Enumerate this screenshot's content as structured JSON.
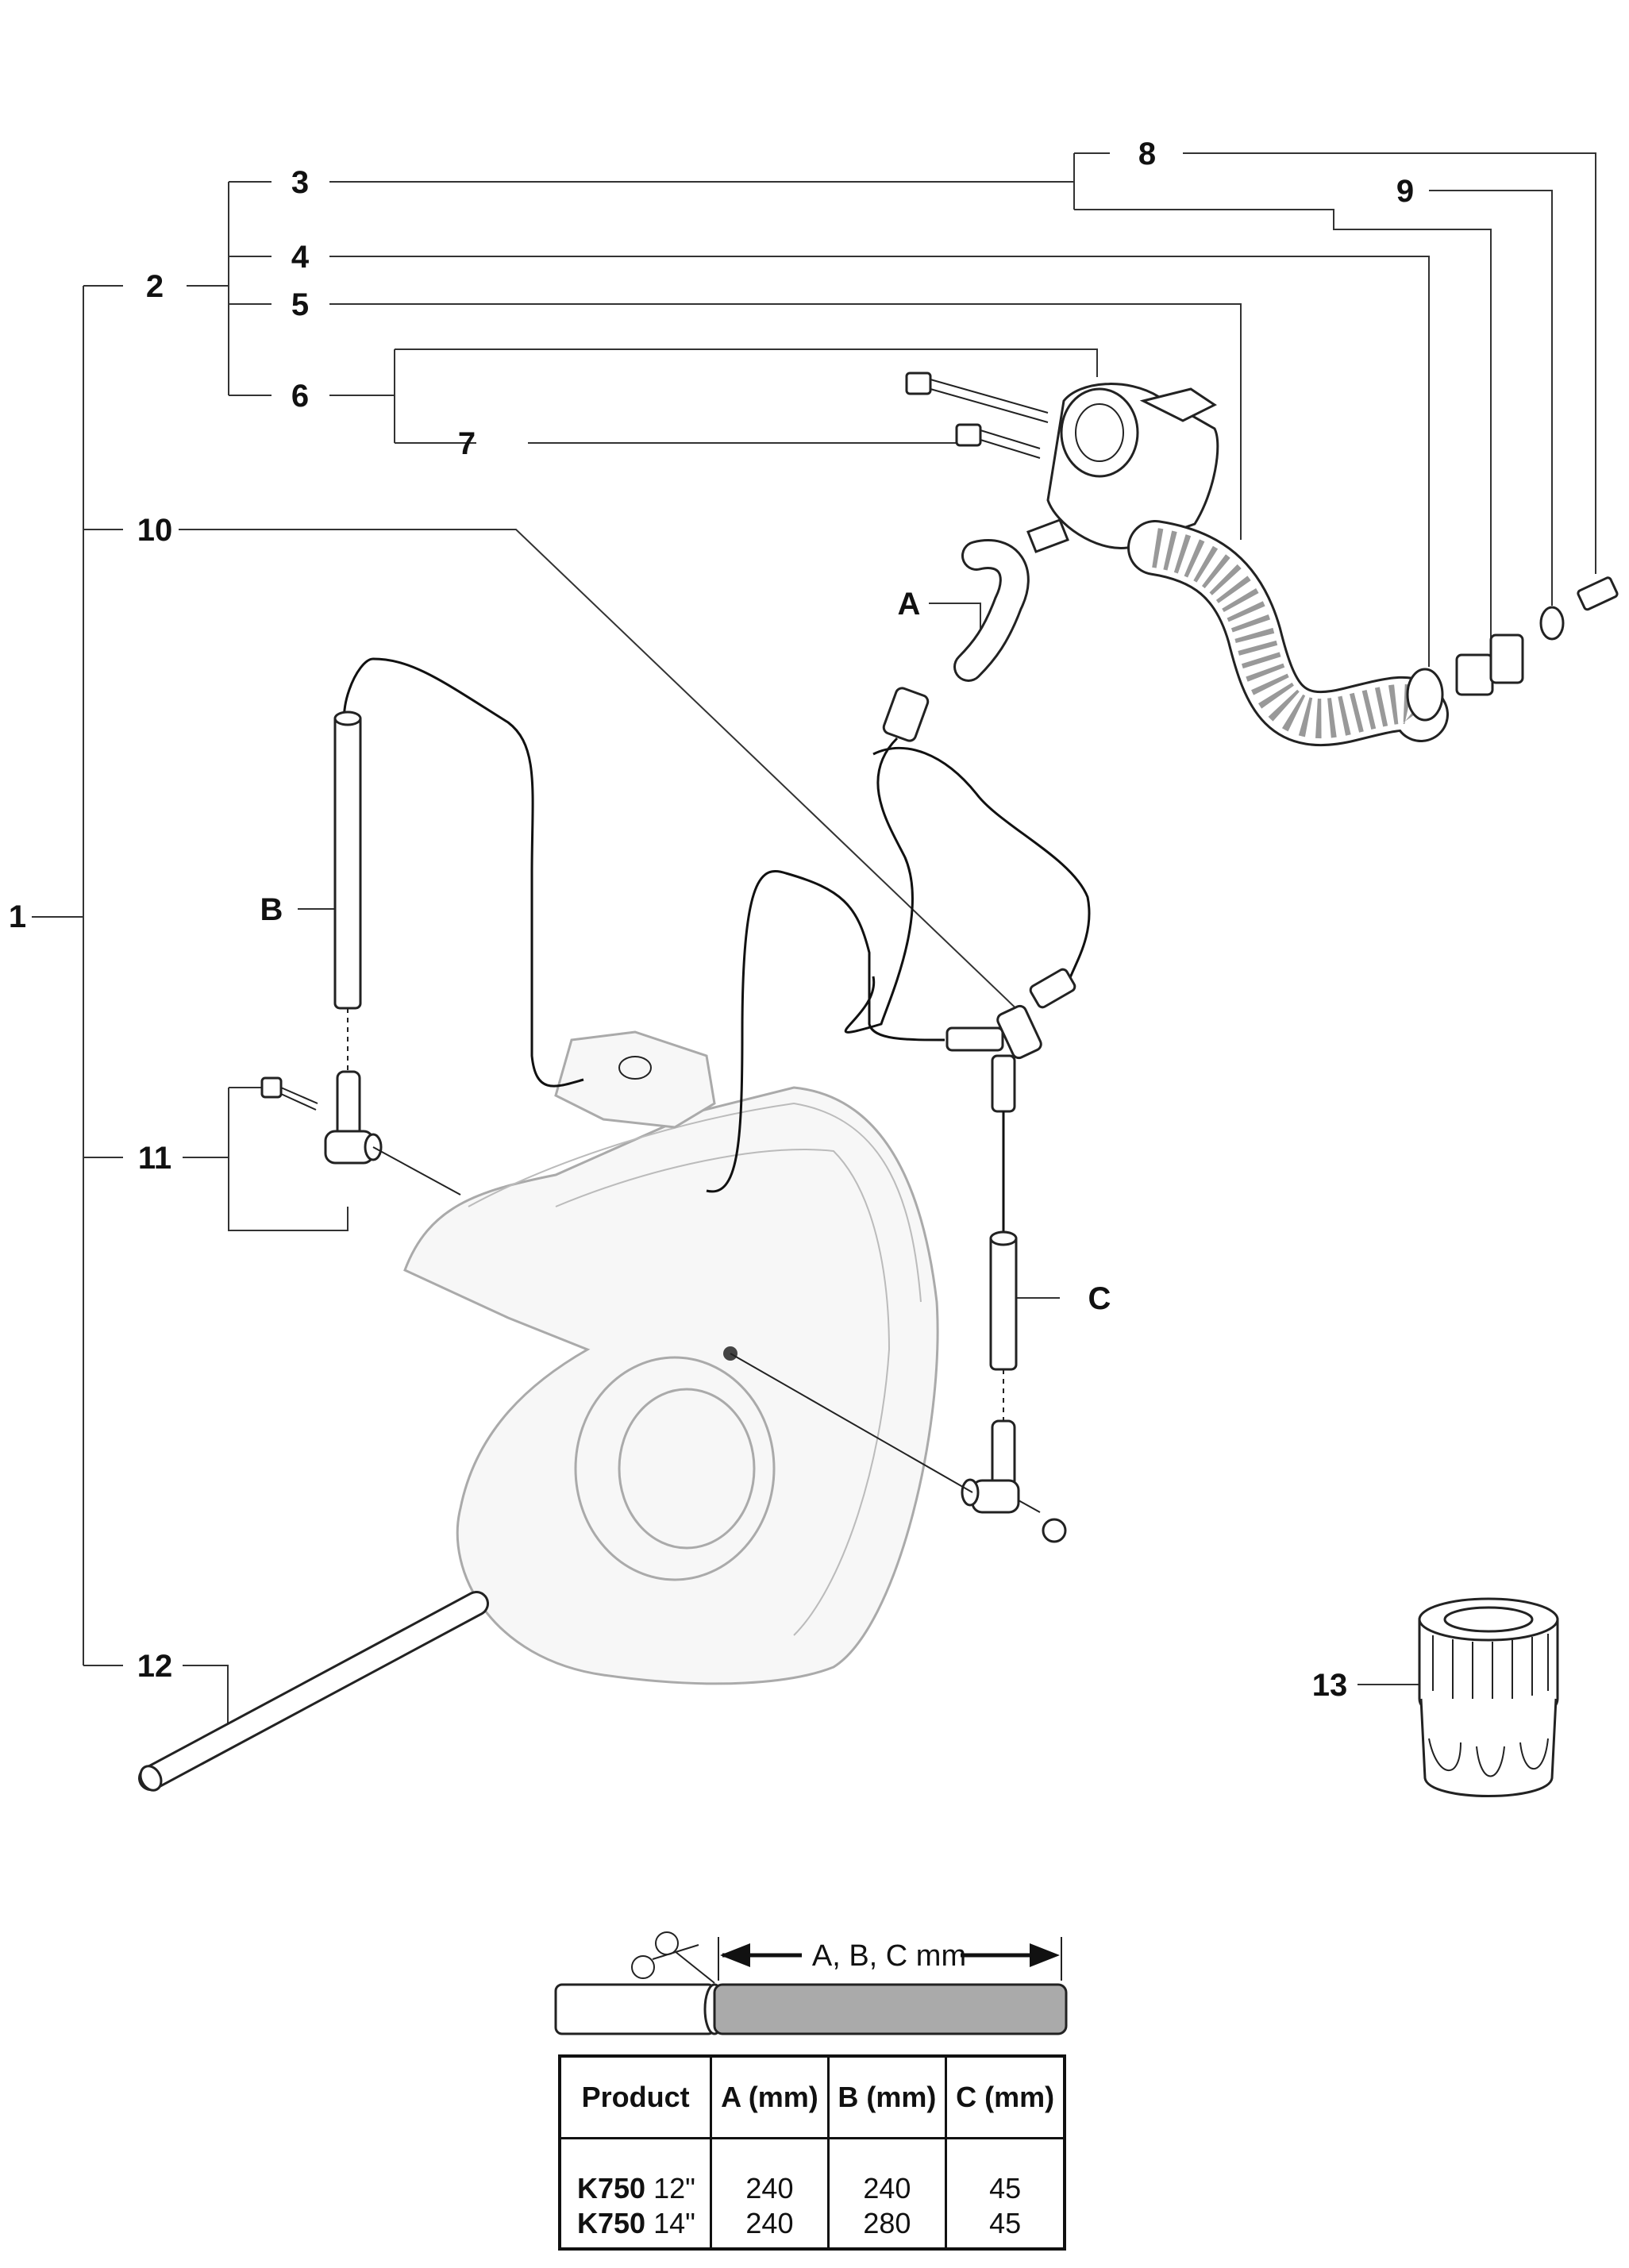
{
  "callouts": [
    "1",
    "2",
    "3",
    "4",
    "5",
    "6",
    "7",
    "8",
    "9",
    "10",
    "11",
    "12",
    "13"
  ],
  "hose_labels": [
    "A",
    "B",
    "C"
  ],
  "dimension_label": "A, B, C mm",
  "table": {
    "headers": [
      "Product",
      "A (mm)",
      "B (mm)",
      "C (mm)"
    ],
    "rows": [
      {
        "model": "K750",
        "size": "12\"",
        "a": "240",
        "b": "240",
        "c": "45"
      },
      {
        "model": "K750",
        "size": "14\"",
        "a": "240",
        "b": "280",
        "c": "45"
      }
    ]
  }
}
